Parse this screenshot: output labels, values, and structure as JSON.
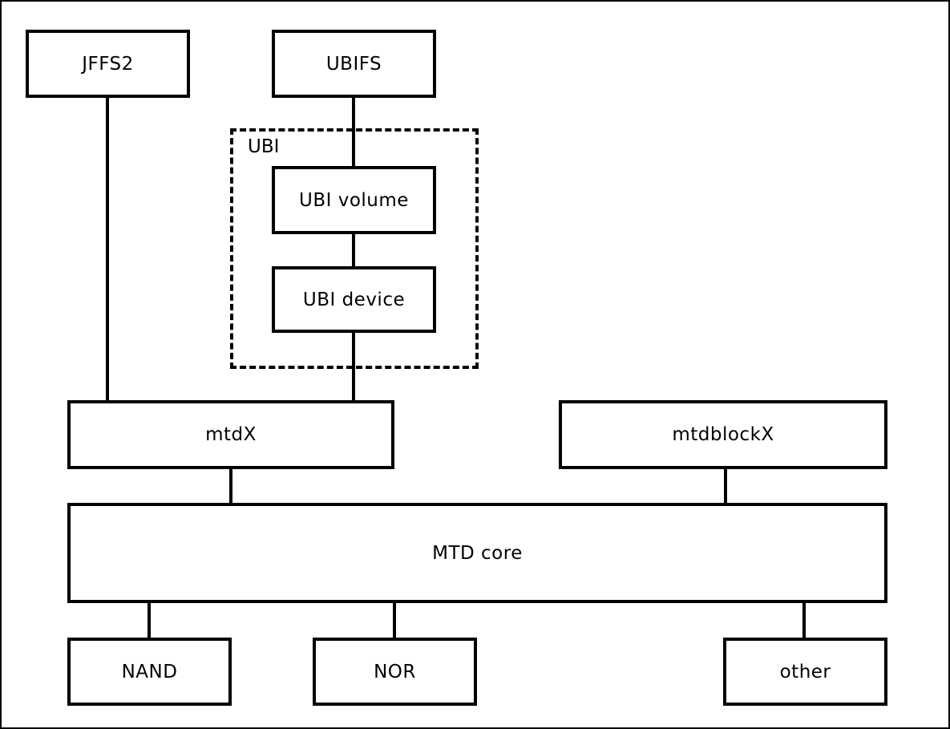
{
  "diagram": {
    "type": "block-diagram",
    "description": "Linux MTD / UBI / UBIFS storage stack diagram",
    "colors": {
      "background": "#ffffff",
      "box_border": "#000000",
      "line": "#000000",
      "text": "#000000"
    },
    "nodes": {
      "jffs2": {
        "label": "JFFS2"
      },
      "ubifs": {
        "label": "UBIFS"
      },
      "ubi_group": {
        "label": "UBI",
        "style": "dashed-container"
      },
      "ubi_volume": {
        "label": "UBI volume"
      },
      "ubi_device": {
        "label": "UBI device"
      },
      "mtdx": {
        "label": "mtdX"
      },
      "mtdblockx": {
        "label": "mtdblockX"
      },
      "mtd_core": {
        "label": "MTD core"
      },
      "nand": {
        "label": "NAND"
      },
      "nor": {
        "label": "NOR"
      },
      "other": {
        "label": "other"
      }
    },
    "edges": [
      {
        "from": "JFFS2",
        "to": "mtdX"
      },
      {
        "from": "UBIFS",
        "to": "UBI volume"
      },
      {
        "from": "UBI volume",
        "to": "UBI device"
      },
      {
        "from": "UBI device",
        "to": "mtdX"
      },
      {
        "from": "mtdX",
        "to": "MTD core"
      },
      {
        "from": "mtdblockX",
        "to": "MTD core"
      },
      {
        "from": "MTD core",
        "to": "NAND"
      },
      {
        "from": "MTD core",
        "to": "NOR"
      },
      {
        "from": "MTD core",
        "to": "other"
      }
    ]
  }
}
